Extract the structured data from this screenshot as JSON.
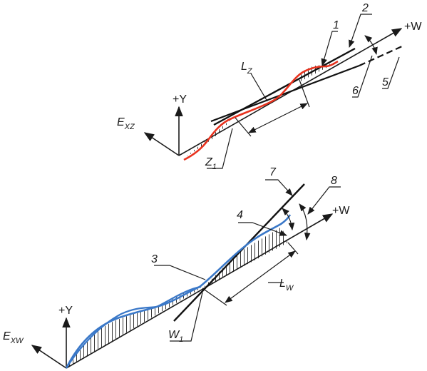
{
  "top": {
    "axis_y": "+Y",
    "axis_w": "+W",
    "axis_e": "E",
    "axis_e_sub": "XZ",
    "len_label": "L",
    "len_label_sub": "Z",
    "point_label": "Z",
    "point_label_sub": "1",
    "callouts": [
      "1",
      "2",
      "5",
      "6"
    ],
    "curve_color": "#e8321e"
  },
  "bottom": {
    "axis_y": "+Y",
    "axis_w": "+W",
    "axis_e": "E",
    "axis_e_sub": "XW",
    "len_label": "L",
    "len_label_sub": "W",
    "point_label": "W",
    "point_label_sub": "1",
    "callouts": [
      "3",
      "4",
      "7",
      "8"
    ],
    "curve_color": "#3a78c8"
  }
}
